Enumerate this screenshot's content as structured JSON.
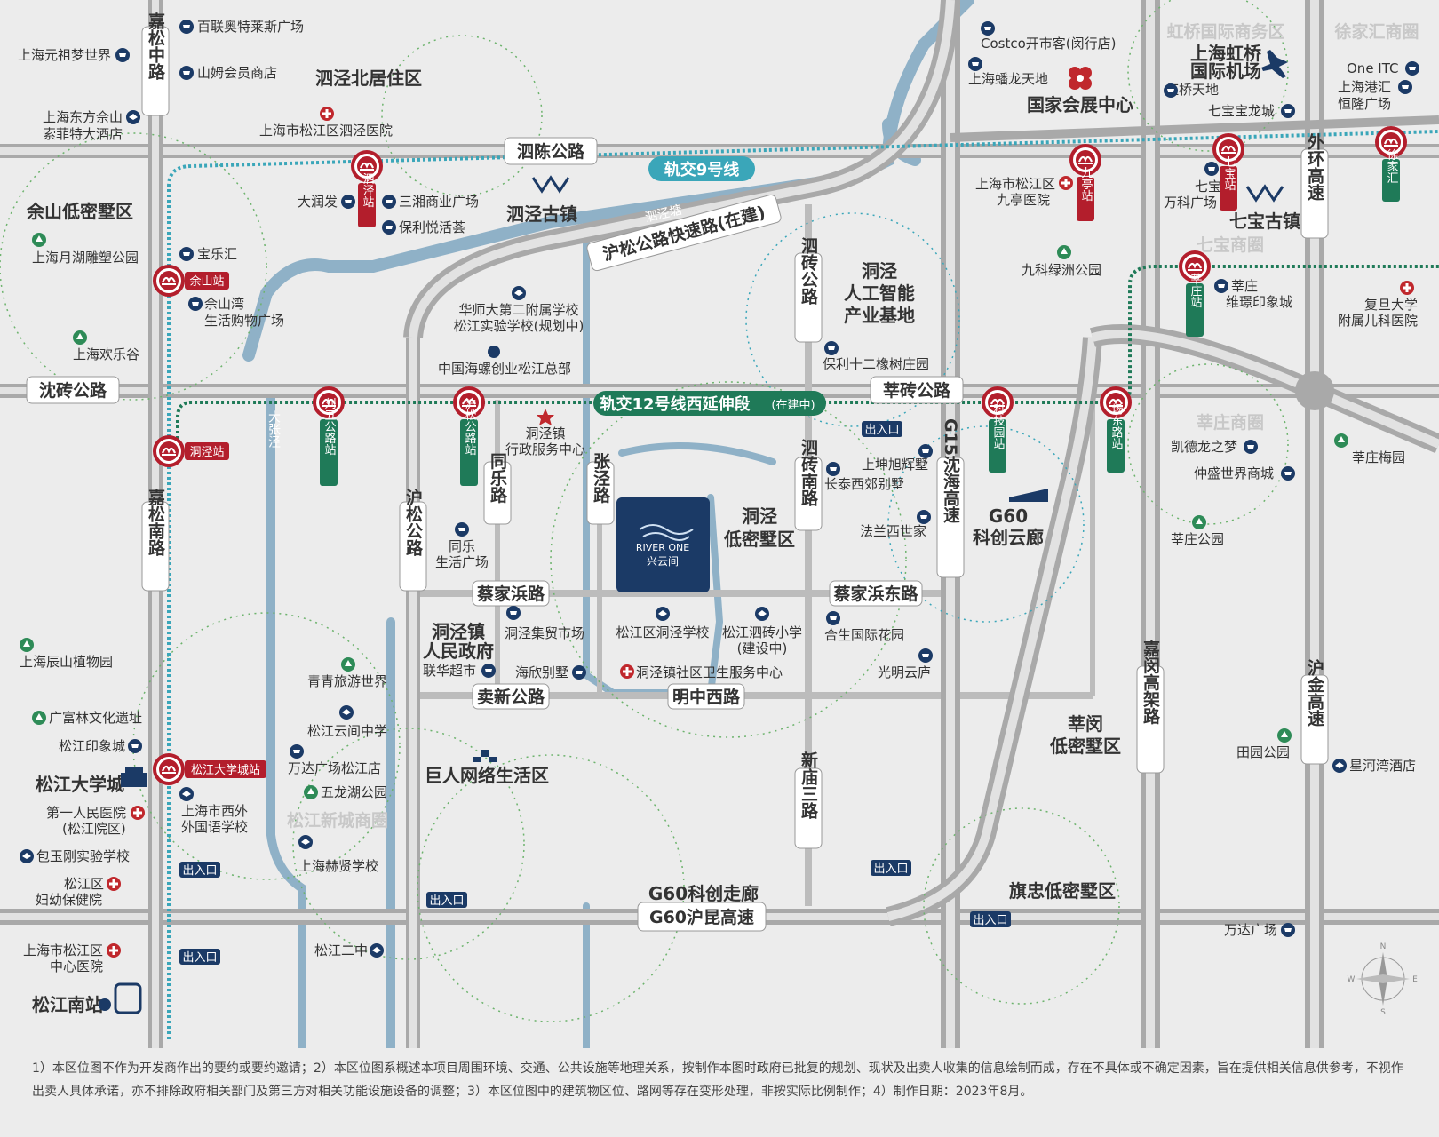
{
  "colors": {
    "background": "#ececec",
    "road": "#a9a9a9",
    "road_fill": "#e2e2e2",
    "river": "#8fb1c7",
    "metro_line9": "#3aa6b9",
    "metro_line12": "#1f7a58",
    "station": "#b31e2c",
    "project": "#1b3a66",
    "orange_road": "#d0d0d0"
  },
  "project": {
    "brand_en": "RIVER ONE",
    "brand_cn": "兴云间"
  },
  "roads": {
    "sichen": "泗陈公路",
    "shenzhuan": "沈砖公路",
    "xinzhuan": "莘砖公路",
    "husong_expressway": "沪松公路快速路(在建)",
    "caijiabang": "蔡家浜路",
    "caijiabang_east": "蔡家浜东路",
    "maixin": "卖新公路",
    "mingzhong_west": "明中西路",
    "g60": "G60沪昆高速",
    "g15": "G15沈海高速",
    "jiasong_middle": "嘉松中路",
    "jiasong_south": "嘉松南路",
    "husong": "沪松公路",
    "tongle": "同乐路",
    "zhangjing": "张泾路",
    "sizhuan": "泗砖公路",
    "sizhuan_south": "泗砖南路",
    "xinmiao3": "新庙三路",
    "jiamin": "嘉闵高架路",
    "outer_ring": "外环高速",
    "hujin": "沪金高速"
  },
  "rivers": {
    "sijingtang": "泗泾塘",
    "dazhangjing": "大张泾"
  },
  "metro": {
    "line9": "轨交9号线",
    "line12": "轨交12号线西延伸段",
    "line12_note": "(在建中)",
    "stations": {
      "sijing": "泗泾站",
      "sheshan": "余山站",
      "dongjing": "洞泾站",
      "songjiang_univ": "松江大学城站",
      "jiuting": "九亭站",
      "qibao": "七宝站",
      "xujiahui": "徐家汇",
      "xinzhuang": "莘庄站",
      "liuwu": "刘五公路站",
      "husong": "沪松公路站",
      "keji": "科技园站",
      "changdong": "场东路站"
    }
  },
  "areas": {
    "sijing_north": "泗泾北居住区",
    "sheshan_villa": "余山低密墅区",
    "sijing_town": "泗泾古镇",
    "ai_base_1": "洞泾",
    "ai_base_2": "人工智能",
    "ai_base_3": "产业基地",
    "dongjing_villa_1": "洞泾",
    "dongjing_villa_2": "低密墅区",
    "g60_cloud_1": "G60",
    "g60_cloud_2": "科创云廊",
    "xinmin_villa_1": "莘闵",
    "xinmin_villa_2": "低密墅区",
    "qizhong_villa": "旗忠低密墅区",
    "g60_corridor": "G60科创走廊",
    "juren": "巨人网络生活区",
    "songjiang_univ_city": "松江大学城",
    "songjiang_south": "松江南站",
    "convention_center": "国家会展中心",
    "hongqiao_airport_1": "上海虹桥",
    "hongqiao_airport_2": "国际机场",
    "qibao_town": "七宝古镇",
    "gov_1": "洞泾镇",
    "gov_2": "人民政府"
  },
  "districts_faint": {
    "hongqiao_cbd": "虹桥国际商务区",
    "xujiahui": "徐家汇商圈",
    "qibao": "七宝商圈",
    "xinzhuang": "莘庄商圈",
    "songjiang_new": "松江新城商圈"
  },
  "pois": {
    "bailian": "百联奥特莱斯广场",
    "yuanzu": "上海元祖梦世界",
    "sams": "山姆会员商店",
    "sofitel_1": "上海东方佘山",
    "sofitel_2": "索菲特大酒店",
    "sijing_hospital": "上海市松江区泗泾医院",
    "runfa": "大润发",
    "sanxiang": "三湘商业广场",
    "poly": "保利悦活荟",
    "baolehui": "宝乐汇",
    "yueh_park": "上海月湖雕塑公园",
    "sheshan_bay_1": "佘山湾",
    "sheshan_bay_2": "生活购物广场",
    "happy_valley": "上海欢乐谷",
    "ecnu_1": "华师大第二附属学校",
    "ecnu_2": "松江实验学校(规划中)",
    "haluo": "中国海螺创业松江总部",
    "service_1": "洞泾镇",
    "service_2": "行政服务中心",
    "tongle_1": "同乐",
    "tongle_2": "生活广场",
    "costco": "Costco开市客(闵行店)",
    "panlong": "上海蟠龙天地",
    "jiuting_hosp_1": "上海市松江区",
    "jiuting_hosp_2": "九亭医院",
    "jiuke_park": "九科绿洲公园",
    "poly_12": "保利十二橡树庄园",
    "shangkun": "上坤旭辉墅",
    "changtai": "长泰西郊别墅",
    "falan": "法兰西世家",
    "hongqiao_tiandi": "虹桥天地",
    "qibao_baolong": "七宝宝龙城",
    "one_itc": "One ITC",
    "ganglong_1": "上海港汇",
    "ganglong_2": "恒隆广场",
    "qibao_wanke_1": "七宝",
    "qibao_wanke_2": "万科广场",
    "xinzhuang_vip_1": "莘庄",
    "xinzhuang_vip_2": "维璟印象城",
    "fudan_hosp_1": "复旦大学",
    "fudan_hosp_2": "附属儿科医院",
    "kaide": "凯德龙之梦",
    "zhongsheng": "仲盛世界商城",
    "xinzhuang_park": "莘庄公园",
    "xinzhuang_mei": "莘庄梅园",
    "chenshan": "上海辰山植物园",
    "qingqing": "青青旅游世界",
    "dongjing_market": "洞泾集贸市场",
    "lianhua": "联华超市",
    "haixin": "海欣别墅",
    "dj_school": "松江区洞泾学校",
    "sz_school_1": "松江泗砖小学",
    "sz_school_2": "(建设中)",
    "health_center": "洞泾镇社区卫生服务中心",
    "hesheng": "合生国际花园",
    "guangming": "光明云庐",
    "fulin": "广富林文化遗址",
    "songjiang_yinxiang": "松江印象城",
    "yunjian_school": "松江云间中学",
    "wanda_sj": "万达广场松江店",
    "wulong_park": "五龙湖公园",
    "xiwai_1": "上海市西外",
    "xiwai_2": "外国语学校",
    "first_hosp_1": "第一人民医院",
    "first_hosp_2": "(松江院区)",
    "baoyugang": "包玉刚实验学校",
    "maternal_1": "松江区",
    "maternal_2": "妇幼保健院",
    "hexian": "上海赫贤学校",
    "sj_center_hosp_1": "上海市松江区",
    "sj_center_hosp_2": "中心医院",
    "songjiang_2nd": "松江二中",
    "tiandu_park": "田园公园",
    "xinghe_hotel": "星河湾酒店",
    "wanda": "万达广场"
  },
  "exits": {
    "label": "出入口"
  },
  "compass": {
    "n": "N",
    "e": "E",
    "s": "S",
    "w": "W"
  },
  "disclaimer": "1）本区位图不作为开发商作出的要约或要约邀请；2）本区位图系概述本项目周围环境、交通、公共设施等地理关系，按制作本图时政府已批复的规划、现状及出卖人收集的信息绘制而成，存在不具体或不确定因素，旨在提供相关信息供参考，不视作出卖人具体承诺，亦不排除政府相关部门及第三方对相关功能设施设备的调整；3）本区位图中的建筑物区位、路网等存在变形处理，非按实际比例制作；4）制作日期：2023年8月。"
}
